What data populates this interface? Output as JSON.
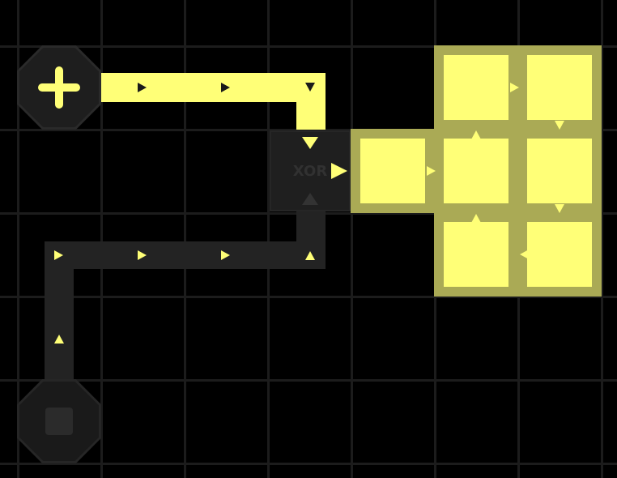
{
  "game": {
    "gate_label": "XOR",
    "icons": {
      "input": "plus-icon",
      "output": "square-icon",
      "flow": "arrow-icon"
    },
    "colors": {
      "background": "#000000",
      "grid": "#1c1c1c",
      "active_wire": "#ffff77",
      "inactive_wire": "#232323",
      "cell_border": "#aaaa55",
      "cell_fill": "#ffff77",
      "gate": "#1f1f1f"
    },
    "states": {
      "input_node": "on",
      "output_node": "off",
      "upper_wire": "on",
      "lower_wire": "off",
      "memory_cells": "on"
    }
  }
}
